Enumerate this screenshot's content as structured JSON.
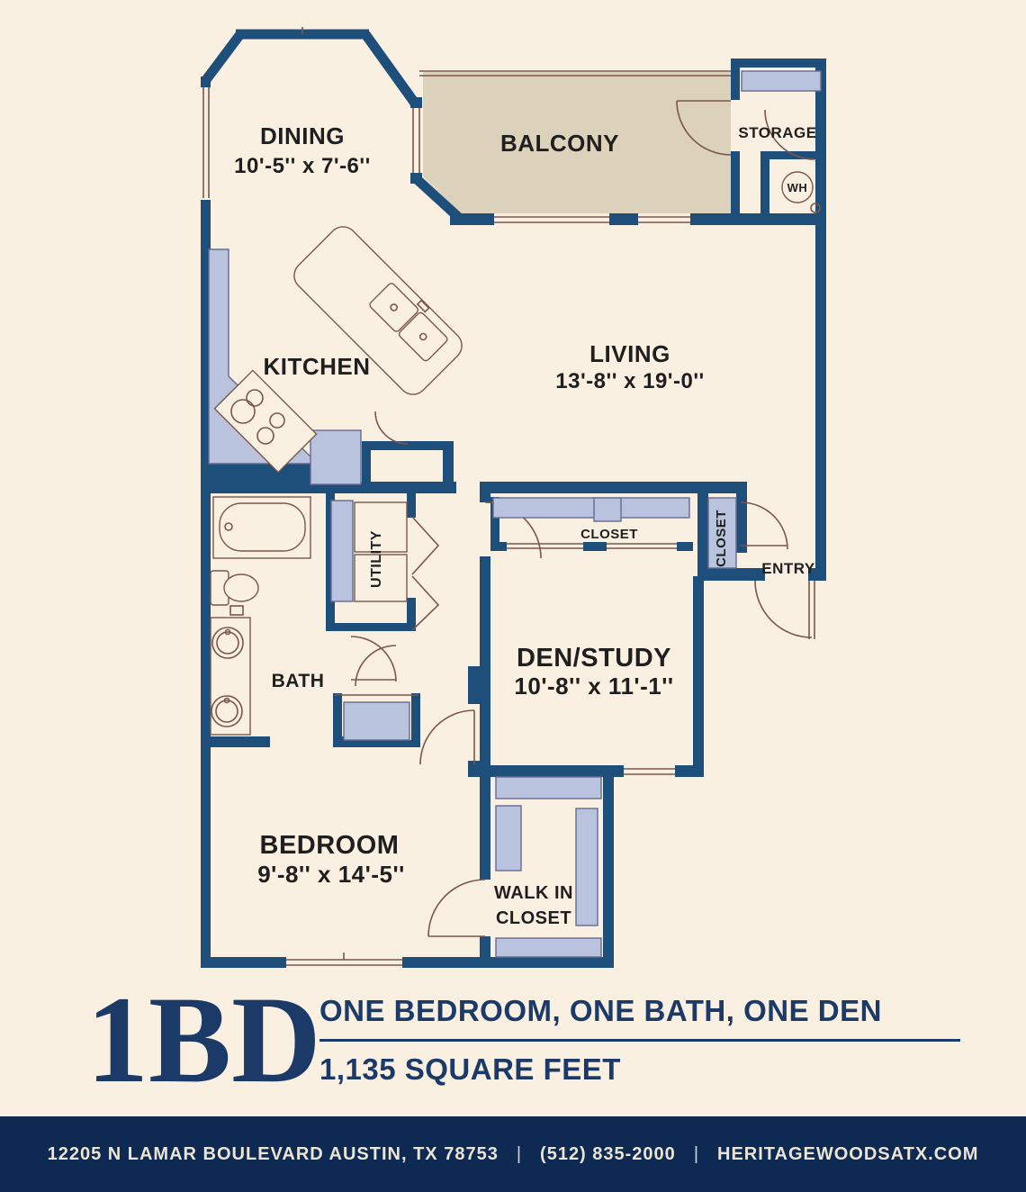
{
  "plan": {
    "dining": {
      "name": "DINING",
      "dims": "10'-5'' x 7'-6''"
    },
    "balcony": {
      "name": "BALCONY"
    },
    "storage": {
      "name": "STORAGE"
    },
    "water_heater": {
      "label": "WH"
    },
    "kitchen": {
      "name": "KITCHEN"
    },
    "living": {
      "name": "LIVING",
      "dims": "13'-8'' x 19'-0''"
    },
    "utility": {
      "name": "UTILITY"
    },
    "bath": {
      "name": "BATH"
    },
    "den": {
      "name": "DEN/STUDY",
      "dims": "10'-8'' x 11'-1''"
    },
    "den_closet": {
      "label": "CLOSET"
    },
    "entry_closet": {
      "label": "CLOSET"
    },
    "entry": {
      "name": "ENTRY"
    },
    "bedroom": {
      "name": "BEDROOM",
      "dims": "9'-8'' x 14'-5''"
    },
    "walkin": {
      "line1": "WALK IN",
      "line2": "CLOSET"
    }
  },
  "title": {
    "code": "1BD",
    "line1": "ONE BEDROOM, ONE BATH, ONE DEN",
    "line2": "1,135 SQUARE FEET"
  },
  "footer": {
    "address": "12205 N LAMAR BOULEVARD AUSTIN, TX 78753",
    "phone": "(512) 835-2000",
    "website": "HERITAGEWOODSATX.COM",
    "separator": "|"
  },
  "colors": {
    "wall_navy": "#1d4f7a",
    "footer_navy": "#0e2a52",
    "title_navy": "#1b3a68",
    "fixture_blue": "#b9c3dd",
    "balcony_tan": "#dcd1ba",
    "background_cream": "#faf0e1",
    "line_brown": "#7a564c"
  }
}
